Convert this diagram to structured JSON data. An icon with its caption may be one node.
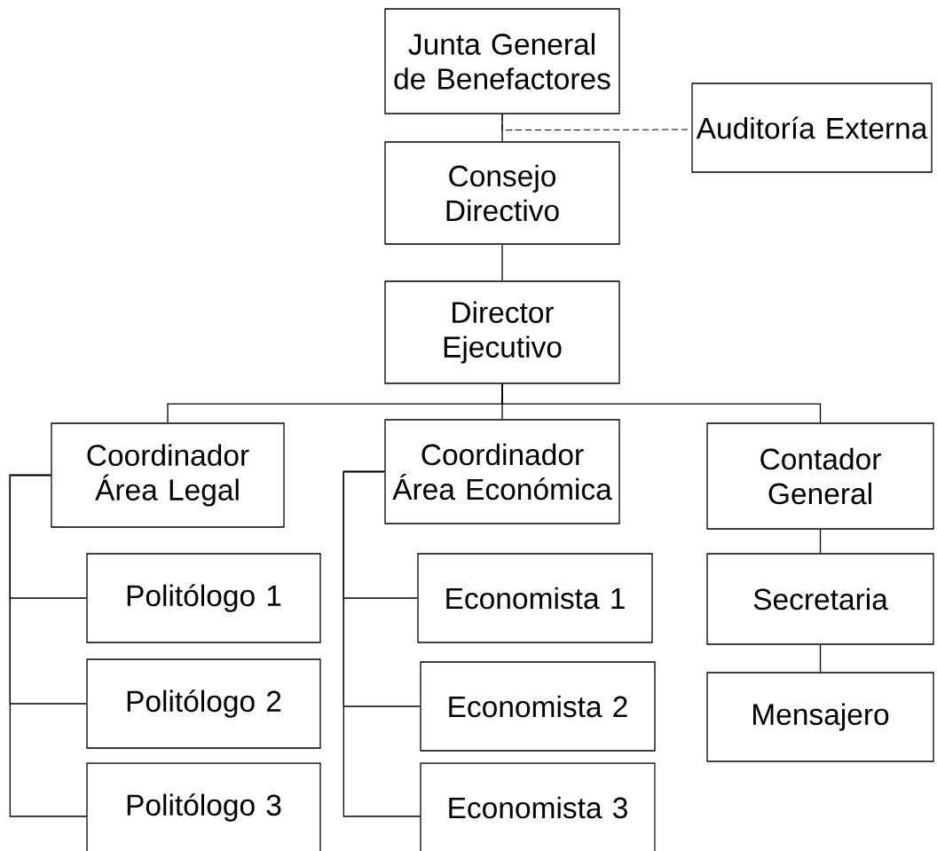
{
  "diagram": {
    "nodes": [
      {
        "text": [
          "Junta General de Benefactores"
        ]
      },
      {
        "text": [
          "Auditoría Externa"
        ]
      },
      {
        "text": [
          "Consejo Directivo"
        ]
      },
      {
        "text": [
          "Director Ejecutivo"
        ]
      },
      {
        "text": [
          "Coordinador Área Legal"
        ]
      },
      {
        "text": [
          "Coordinador Área Económica"
        ]
      },
      {
        "text": [
          "Contador General"
        ]
      },
      {
        "text": [
          "Politólogo  1"
        ]
      },
      {
        "text": [
          "Politólogo 2"
        ]
      },
      {
        "text": [
          "Politólogo 3"
        ]
      },
      {
        "text": [
          "Economista 1"
        ]
      },
      {
        "text": [
          "Economista 2"
        ]
      },
      {
        "text": [
          "Economista 3"
        ]
      },
      {
        "text": [
          "Secretaria"
        ]
      },
      {
        "text": [
          "Mensajero"
        ]
      }
    ],
    "edges": [
      {
        "from": 0,
        "to": 2,
        "arrow": "none"
      },
      {
        "from": 0,
        "to": 1,
        "arrow": "none",
        "style": "dashed"
      },
      {
        "from": 2,
        "to": 3,
        "arrow": "none"
      },
      {
        "from": 3,
        "to": 4,
        "arrow": "none"
      },
      {
        "from": 3,
        "to": 5,
        "arrow": "none"
      },
      {
        "from": 3,
        "to": 6,
        "arrow": "none"
      },
      {
        "from": 4,
        "to": 7,
        "arrow": "none"
      },
      {
        "from": 4,
        "to": 8,
        "arrow": "none"
      },
      {
        "from": 4,
        "to": 9,
        "arrow": "none"
      },
      {
        "from": 5,
        "to": 10,
        "arrow": "none"
      },
      {
        "from": 5,
        "to": 11,
        "arrow": "none"
      },
      {
        "from": 5,
        "to": 12,
        "arrow": "none"
      },
      {
        "from": 6,
        "to": 13,
        "arrow": "none"
      },
      {
        "from": 13,
        "to": 14,
        "arrow": "none"
      }
    ]
  }
}
